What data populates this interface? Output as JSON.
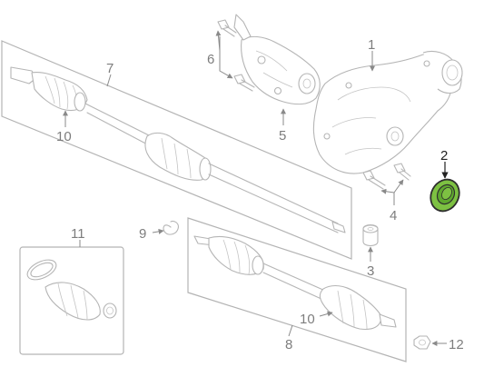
{
  "callouts": {
    "c1": "1",
    "c2": "2",
    "c3": "3",
    "c4": "4",
    "c5": "5",
    "c6": "6",
    "c7": "7",
    "c8": "8",
    "c9": "9",
    "c10_upper": "10",
    "c10_lower": "10",
    "c11": "11",
    "c12": "12"
  },
  "colors": {
    "highlight_fill": "#7dc142",
    "highlight_stroke": "#2e2e2e",
    "line_art": "#b5b5b5",
    "callout_text": "#7d7d7d"
  }
}
